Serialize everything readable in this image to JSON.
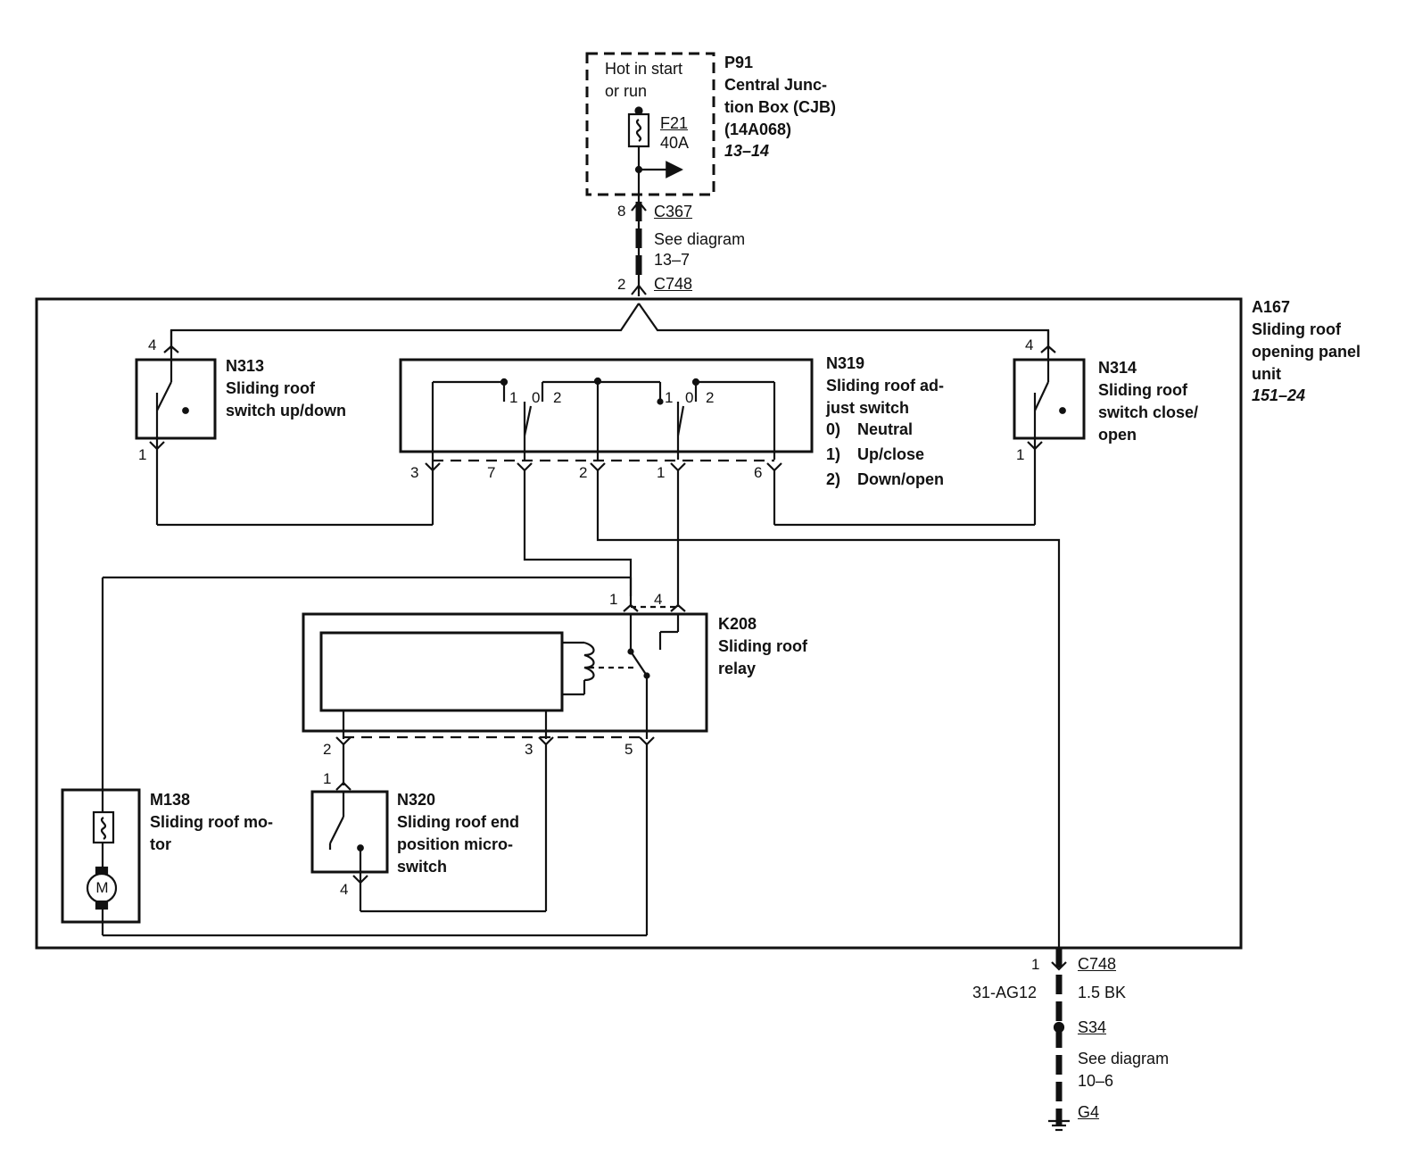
{
  "p91": {
    "note_line1": "Hot in start",
    "note_line2": "or run",
    "fuse_id": "F21",
    "fuse_rating": "40A",
    "id": "P91",
    "name_line1": "Central Junc-",
    "name_line2": "tion Box (CJB)",
    "part": "(14A068)",
    "ref": "13–14"
  },
  "c367": {
    "id": "C367",
    "pin": "8",
    "see_line1": "See diagram",
    "see_line2": "13–7"
  },
  "c748_top": {
    "id": "C748",
    "pin": "2"
  },
  "a167": {
    "id": "A167",
    "name_line1": "Sliding roof",
    "name_line2": "opening panel",
    "name_line3": "unit",
    "ref": "151–24"
  },
  "n313": {
    "id": "N313",
    "name_line1": "Sliding roof",
    "name_line2": "switch up/down",
    "pin_top": "4",
    "pin_bottom": "1"
  },
  "n319": {
    "id": "N319",
    "name_line1": "Sliding roof ad-",
    "name_line2": "just switch",
    "positions": [
      {
        "num": "0)",
        "label": "Neutral"
      },
      {
        "num": "1)",
        "label": "Up/close"
      },
      {
        "num": "2)",
        "label": "Down/open"
      }
    ],
    "pins": [
      "3",
      "7",
      "2",
      "1",
      "6"
    ],
    "contact_labels": [
      "1",
      "0",
      "2",
      "1",
      "0",
      "2"
    ]
  },
  "n314": {
    "id": "N314",
    "name_line1": "Sliding roof",
    "name_line2": "switch close/",
    "name_line3": "open",
    "pin_top": "4",
    "pin_bottom": "1"
  },
  "k208": {
    "id": "K208",
    "name_line1": "Sliding roof",
    "name_line2": "relay",
    "pins": [
      "1",
      "4",
      "2",
      "3",
      "5"
    ]
  },
  "m138": {
    "id": "M138",
    "name_line1": "Sliding roof mo-",
    "name_line2": "tor",
    "motor_symbol": "M"
  },
  "n320": {
    "id": "N320",
    "name_line1": "Sliding roof end",
    "name_line2": "position micro-",
    "name_line3": "switch",
    "pin_top": "1",
    "pin_bottom": "4"
  },
  "c748_bottom": {
    "id": "C748",
    "pin": "1",
    "wire": "1.5 BK",
    "circuit": "31-AG12"
  },
  "s34": {
    "id": "S34",
    "see_line1": "See diagram",
    "see_line2": "10–6"
  },
  "g4": {
    "id": "G4"
  }
}
